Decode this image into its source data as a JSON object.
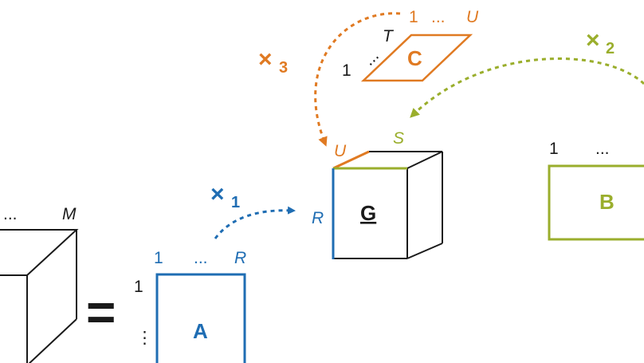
{
  "colors": {
    "blue": "#1f6db3",
    "green": "#9aae2c",
    "orange": "#e07a22",
    "black": "#1a1a1a"
  },
  "tensor_x": {
    "top_dots": "...",
    "top_index": "M"
  },
  "equals_sign": "=",
  "matrix_a": {
    "label": "A",
    "col_start": "1",
    "col_dots": "...",
    "col_end": "R",
    "row_start": "1",
    "row_dots": "⋮"
  },
  "core_g": {
    "label": "G",
    "edge_left": "R",
    "edge_top_left": "U",
    "edge_top_right": "S"
  },
  "matrix_b": {
    "label": "B",
    "col_start": "1",
    "col_dots": "..."
  },
  "matrix_c": {
    "label": "C",
    "col_start": "1",
    "col_dots": "...",
    "col_end": "U",
    "row_start": "1",
    "row_dots": "...",
    "row_end": "T"
  },
  "products": {
    "mode1_symbol": "×",
    "mode1_index": "1",
    "mode2_symbol": "×",
    "mode2_index": "2",
    "mode3_symbol": "×",
    "mode3_index": "3"
  }
}
